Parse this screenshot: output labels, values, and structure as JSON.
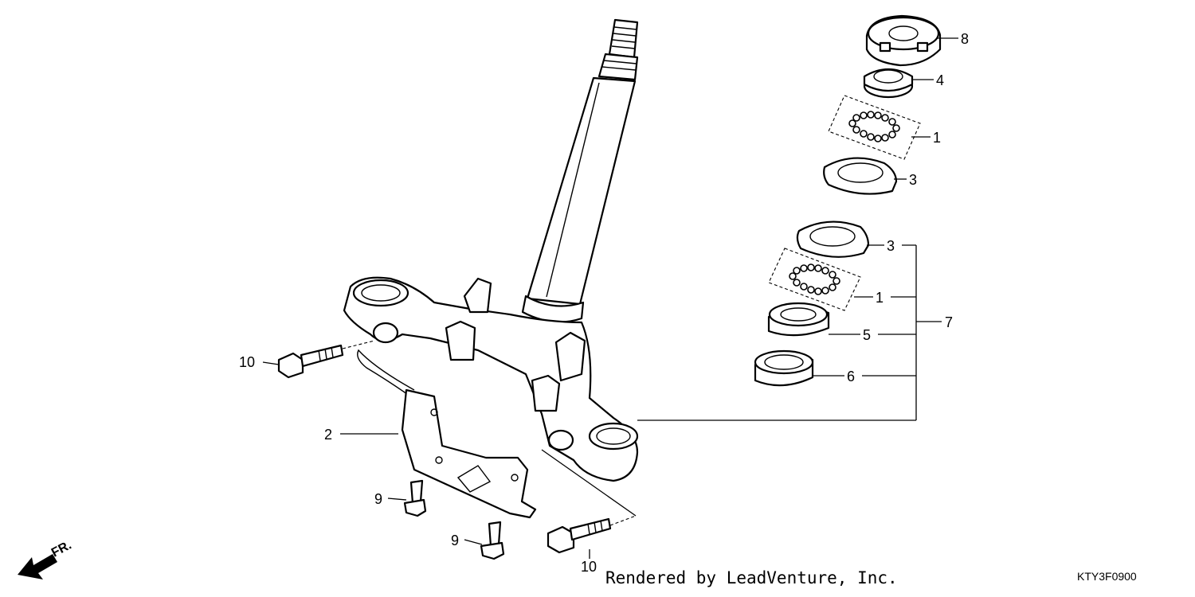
{
  "callouts": {
    "c8": "8",
    "c4": "4",
    "c1_upper": "1",
    "c3_upper": "3",
    "c3_lower": "3",
    "c1_lower": "1",
    "c7": "7",
    "c5": "5",
    "c6": "6",
    "c10_left": "10",
    "c2": "2",
    "c9_upper": "9",
    "c9_lower": "9",
    "c10_bottom": "10"
  },
  "direction_label": "FR.",
  "footer": {
    "credit": "Rendered by LeadVenture, Inc.",
    "code": "KTY3F0900"
  }
}
